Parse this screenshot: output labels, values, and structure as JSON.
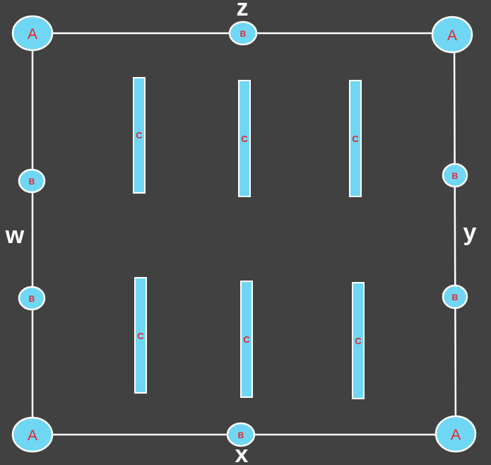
{
  "diagram": {
    "colors": {
      "background": "#414141",
      "node_fill": "#6fd7f3",
      "node_stroke": "#ffffff",
      "node_text": "#e8212b",
      "edge": "#ffffff",
      "side_label": "#ffffff"
    },
    "side_labels": {
      "top": "z",
      "right": "y",
      "bottom": "x",
      "left": "w"
    },
    "corner_nodes": [
      {
        "id": "a-top-left",
        "label": "A"
      },
      {
        "id": "a-top-right",
        "label": "A"
      },
      {
        "id": "a-bottom-left",
        "label": "A"
      },
      {
        "id": "a-bottom-right",
        "label": "A"
      }
    ],
    "edge_nodes": [
      {
        "id": "b-top",
        "label": "B"
      },
      {
        "id": "b-left-upper",
        "label": "B"
      },
      {
        "id": "b-left-lower",
        "label": "B"
      },
      {
        "id": "b-right-upper",
        "label": "B"
      },
      {
        "id": "b-right-lower",
        "label": "B"
      },
      {
        "id": "b-bottom",
        "label": "B"
      }
    ],
    "bar_nodes": [
      {
        "id": "c-top-left",
        "label": "C"
      },
      {
        "id": "c-top-middle",
        "label": "C"
      },
      {
        "id": "c-top-right",
        "label": "C"
      },
      {
        "id": "c-bottom-left",
        "label": "C"
      },
      {
        "id": "c-bottom-middle",
        "label": "C"
      },
      {
        "id": "c-bottom-right",
        "label": "C"
      }
    ]
  }
}
